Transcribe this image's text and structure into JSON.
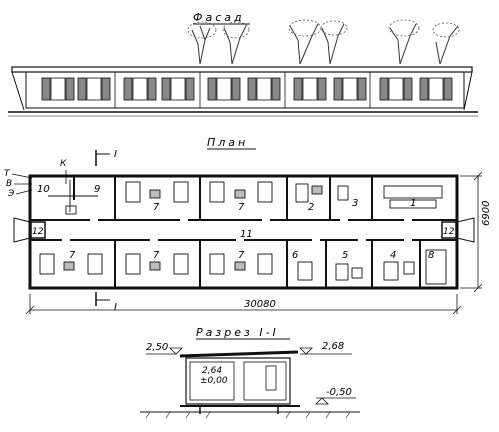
{
  "titles": {
    "facade": "Фасад",
    "plan": "План",
    "section": "Разрез I-I"
  },
  "plan": {
    "room_numbers": [
      "10",
      "9",
      "7",
      "7",
      "2",
      "3",
      "1",
      "11",
      "12",
      "12",
      "7",
      "7",
      "7",
      "6",
      "5",
      "4",
      "8"
    ],
    "overall_width": "30080",
    "overall_depth": "6900",
    "cut_top": "I",
    "cut_bottom": "I",
    "utility_labels": [
      "К",
      "Т",
      "В",
      "Э"
    ]
  },
  "section": {
    "left_height": "2,50",
    "right_height": "2,68",
    "inner_height": "2,64",
    "floor_level": "±0,00",
    "ground_level": "-0,50"
  }
}
